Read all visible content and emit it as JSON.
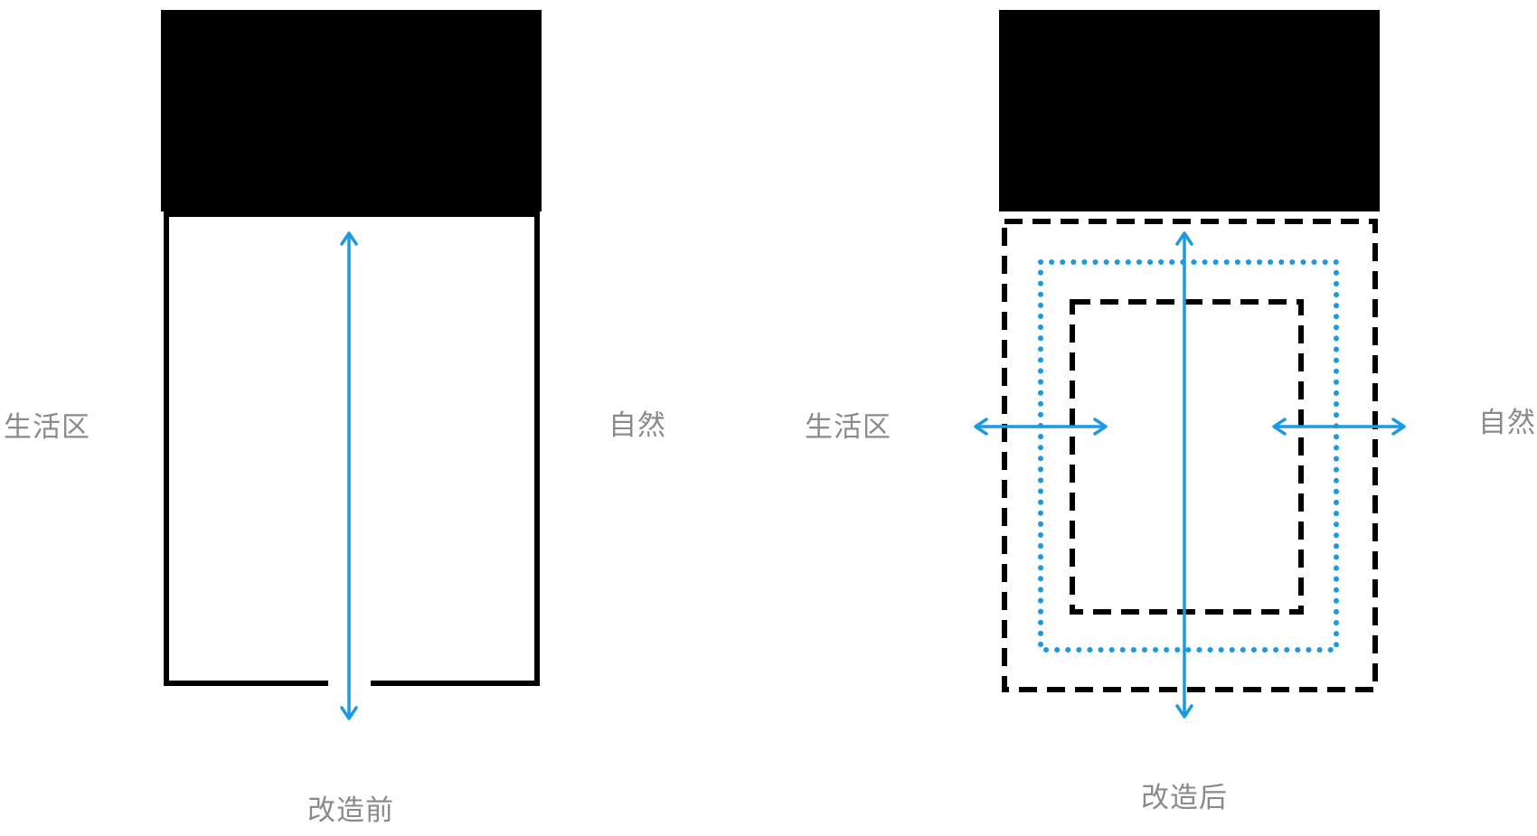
{
  "colors": {
    "ink": "#000000",
    "accent": "#1a9ae0",
    "label": "#8a8a8a"
  },
  "before": {
    "title": "改造前",
    "left_label": "生活区",
    "right_label": "自然"
  },
  "after": {
    "title": "改造后",
    "left_label": "生活区",
    "right_label": "自然"
  }
}
